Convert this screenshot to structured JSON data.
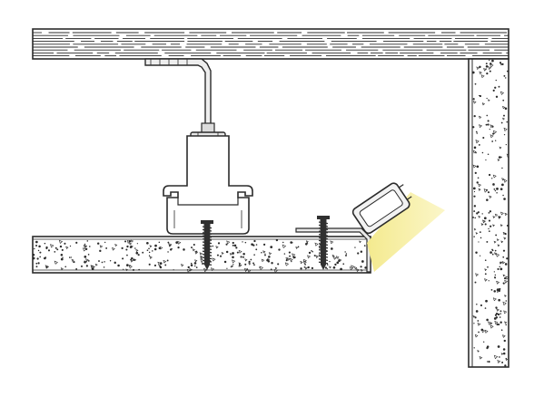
{
  "diagram": {
    "type": "ceiling-recessed-led-profile-installation-section",
    "components": [
      "ceiling-slab",
      "wall",
      "suspension-hanger-bracket",
      "threaded-rod-with-nuts",
      "channel-profile",
      "plasterboard-panel",
      "drywall-screws",
      "angled-led-profile",
      "light-beam"
    ],
    "colors": {
      "line": "#2b2b2b",
      "slab_fill": "#ffffff",
      "concrete_fill": "#ffffff",
      "metal": "#e6e6e6",
      "led_light": "#f4ea8e",
      "led_light_fade": "#fbf6c9",
      "screw": "#303030"
    }
  }
}
